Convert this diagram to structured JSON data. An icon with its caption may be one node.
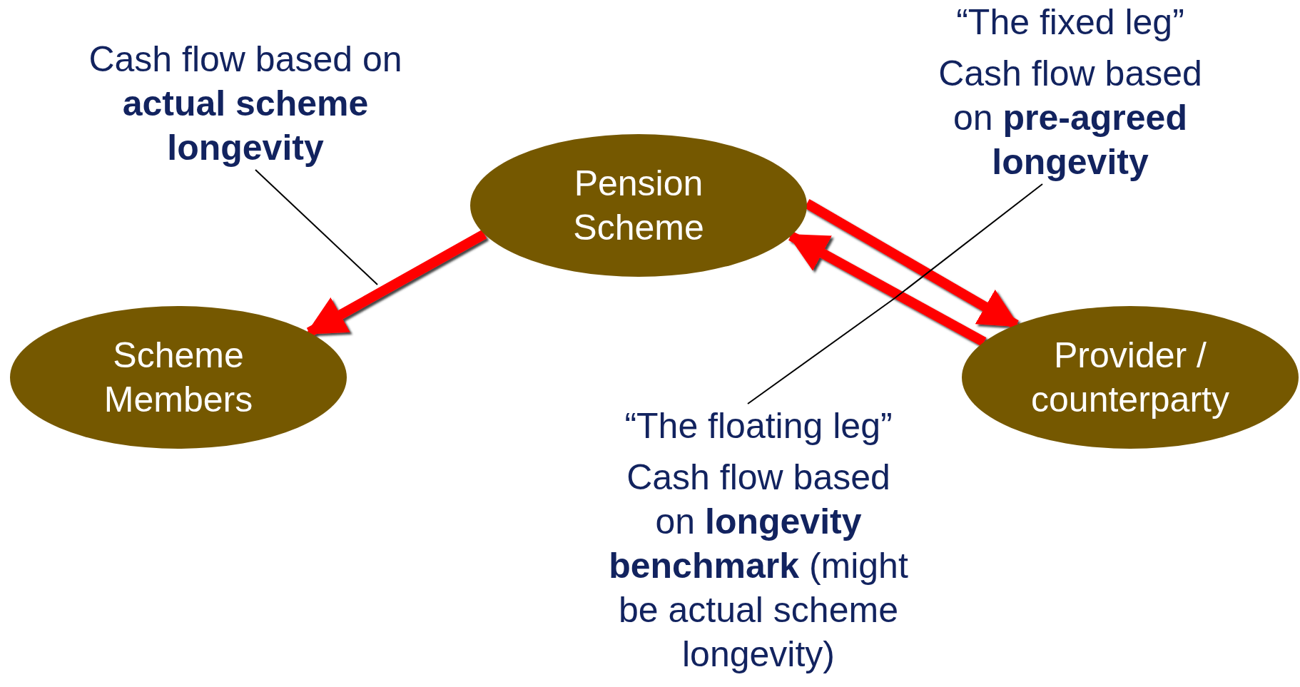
{
  "diagram": {
    "nodes": [
      {
        "text": [
          "Pension Scheme"
        ]
      },
      {
        "text": [
          "Scheme Members"
        ]
      },
      {
        "text": [
          "Provider / counterparty"
        ]
      },
      {
        "text": [
          "Cash flow based on **actual scheme longevity**"
        ]
      },
      {
        "text": [
          "“The fixed leg”",
          "Cash flow based on **pre-agreed longevity**"
        ]
      },
      {
        "text": [
          "“The floating leg”",
          "Cash flow based on **longevity benchmark** (might be actual scheme longevity)"
        ]
      }
    ],
    "edges": [
      {
        "from": 0,
        "to": 1,
        "arrow": "to",
        "style": "thick",
        "color": "#ff0000"
      },
      {
        "from": 0,
        "to": 2,
        "arrow": "to",
        "style": "thick",
        "color": "#ff0000"
      },
      {
        "from": 2,
        "to": 0,
        "arrow": "to",
        "style": "thick",
        "color": "#ff0000"
      },
      {
        "from": 3,
        "to": null,
        "arrow": "none",
        "color": "#000000"
      },
      {
        "from": 4,
        "to": null,
        "arrow": "none",
        "color": "#000000"
      },
      {
        "from": 5,
        "to": null,
        "arrow": "none",
        "color": "#000000"
      }
    ]
  }
}
